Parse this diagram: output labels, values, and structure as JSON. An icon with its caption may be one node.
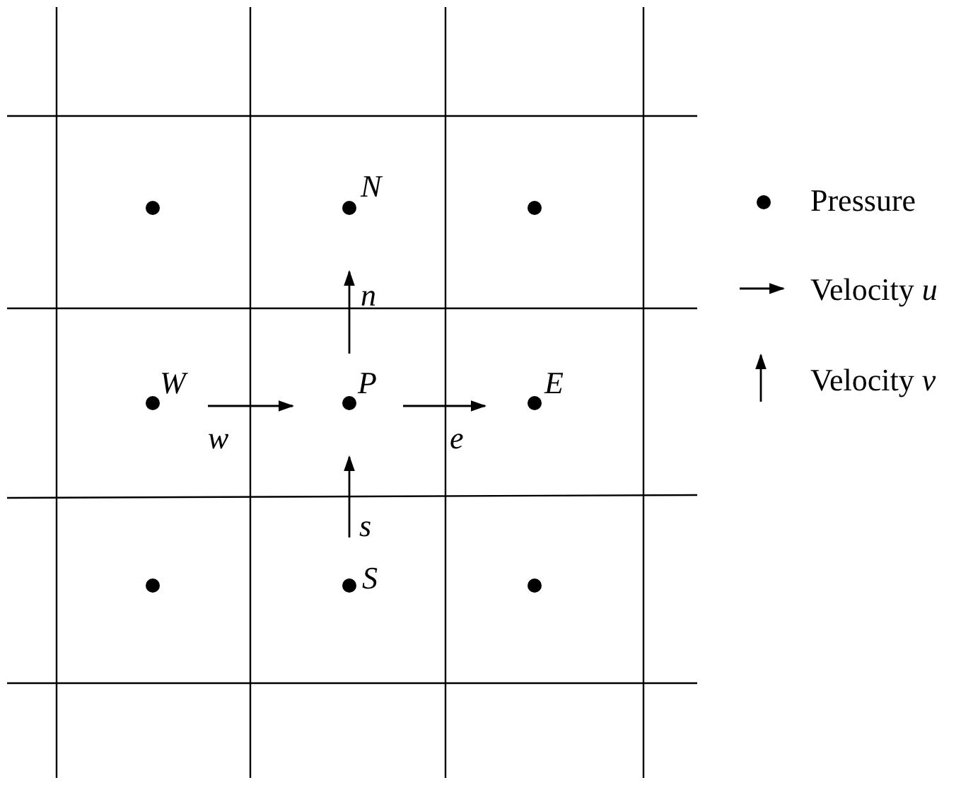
{
  "diagram": {
    "labels": [
      "N",
      "n",
      "W",
      "P",
      "E",
      "w",
      "e",
      "s",
      "S"
    ],
    "legend": [
      {
        "text": "Pressure"
      },
      {
        "text": "Velocity *u*"
      },
      {
        "text": "Velocity *v*"
      }
    ]
  }
}
